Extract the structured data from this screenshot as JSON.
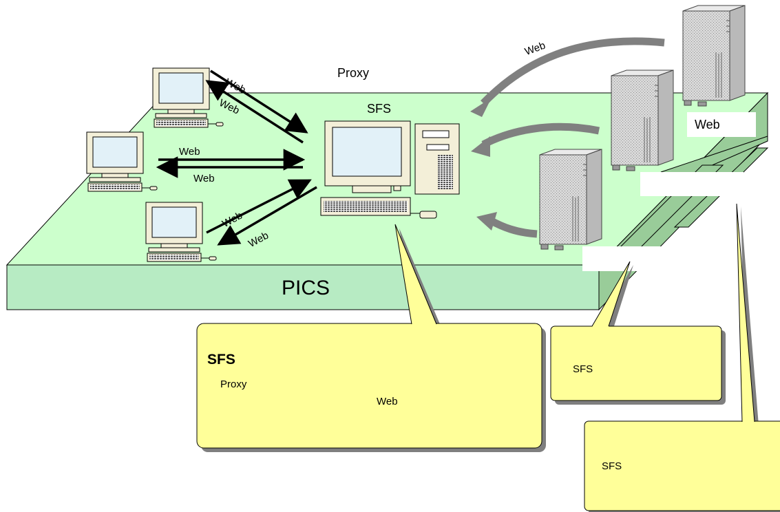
{
  "labels": {
    "proxy": "Proxy",
    "sfs_server": "SFS",
    "pics": "PICS",
    "web_servers": "Web",
    "arrow_web_1a": "Web",
    "arrow_web_1b": "Web",
    "arrow_web_2a": "Web",
    "arrow_web_2b": "Web",
    "arrow_web_3a": "Web",
    "arrow_web_3b": "Web",
    "curve_web": "Web"
  },
  "callouts": {
    "main": {
      "title": "SFS",
      "line1": "Proxy",
      "line2": "Web"
    },
    "right_top": {
      "text": "SFS"
    },
    "right_bottom": {
      "text": "SFS"
    }
  },
  "colors": {
    "platform_top": "#ccffcc",
    "platform_side": "#b7ebc3",
    "platform_stripe": "#99cc99",
    "callout": "#ffff99",
    "callout_shadow": "#7f7f7f",
    "monitor_screen": "#e2f1f8",
    "monitor_body": "#f3efd8",
    "server_body": "#d4d4d4",
    "curve_arrow": "#808080"
  }
}
